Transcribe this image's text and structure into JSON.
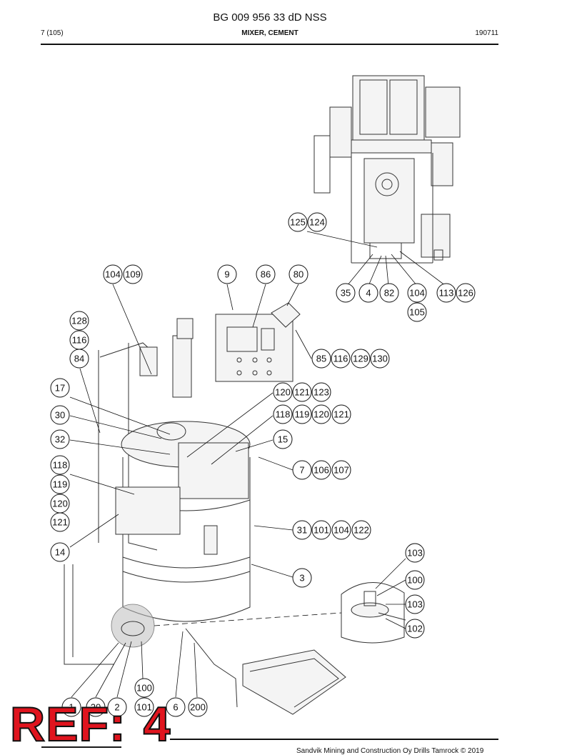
{
  "header": {
    "doc_number": "BG 009 956 33 dD NSS",
    "page": "7 (105)",
    "title": "MIXER, CEMENT",
    "date": "190711"
  },
  "footer": {
    "text": "Sandvik Mining and Construction Oy Drills Tamrock © 2019"
  },
  "stamp": {
    "prefix": "REF:",
    "number": "4"
  },
  "callouts": [
    "125",
    "124",
    "104",
    "109",
    "9",
    "86",
    "80",
    "35",
    "4",
    "82",
    "104",
    "113",
    "126",
    "105",
    "128",
    "116",
    "84",
    "85",
    "116",
    "129",
    "130",
    "17",
    "120",
    "121",
    "123",
    "30",
    "118",
    "119",
    "120",
    "121",
    "32",
    "15",
    "118",
    "119",
    "120",
    "121",
    "7",
    "106",
    "107",
    "31",
    "101",
    "104",
    "122",
    "14",
    "103",
    "3",
    "100",
    "103",
    "102",
    "100",
    "1",
    "20",
    "2",
    "101",
    "6",
    "200"
  ]
}
